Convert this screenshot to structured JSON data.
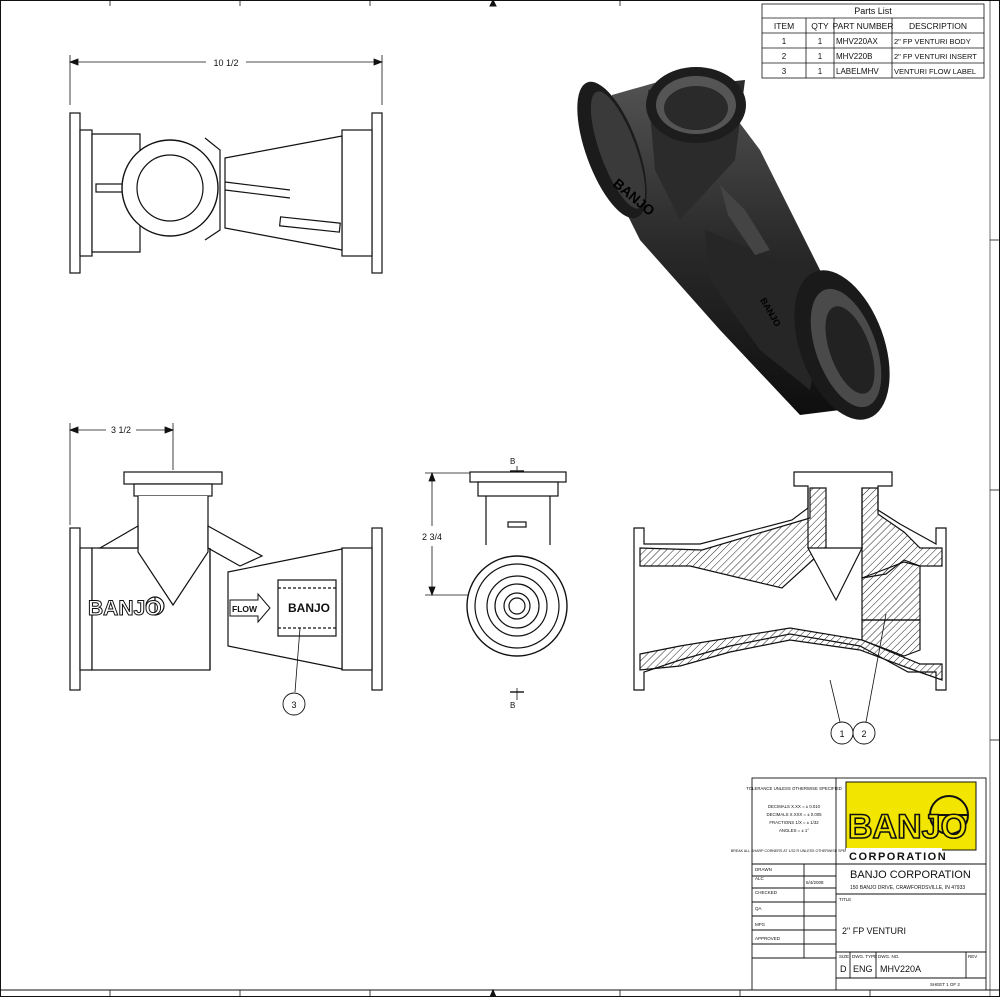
{
  "parts_list": {
    "title": "Parts List",
    "headers": [
      "ITEM",
      "QTY",
      "PART NUMBER",
      "DESCRIPTION"
    ],
    "rows": [
      [
        "1",
        "1",
        "MHV220AX",
        "2\" FP VENTURI BODY"
      ],
      [
        "2",
        "1",
        "MHV220B",
        "2\" FP VENTURI INSERT"
      ],
      [
        "3",
        "1",
        "LABELMHV",
        "VENTURI FLOW LABEL"
      ]
    ]
  },
  "dimensions": {
    "overall_length": "10 1/2",
    "branch_offset": "3 1/2",
    "height": "2 3/4",
    "section_mark": "B"
  },
  "labels": {
    "flow": "FLOW",
    "brand_text": "BANJO",
    "balloon_1": "1",
    "balloon_2": "2",
    "balloon_3": "3"
  },
  "title_block": {
    "tolerance_title": "TOLERANCE UNLESS OTHERWISE SPECIFIED",
    "tolerance_lines": [
      "DECIMALS X.XX = ± 0.010",
      "DECIMALS X.XXX = ± 0.005",
      "FRACTIONS 1/X = ± 1/32",
      "ANGLES = ± 1°"
    ],
    "tolerance_note": "BREAK ALL SHARP CORNERS AT 1/32 R UNLESS OTHERWISE SPECIFIED",
    "logo_text": "BANJO",
    "logo_sub": "CORPORATION",
    "company_name": "BANJO CORPORATION",
    "company_address": "150 BANJO DRIVE, CRAWFORDSVILLE, IN 47933",
    "drawn_label": "DRAWN",
    "drawn_by": "ALC",
    "drawn_date": "6/4/2008",
    "checked_label": "CHECKED",
    "qa_label": "QA",
    "mfg_label": "MFG",
    "approved_label": "APPROVED",
    "title_label": "TITLE",
    "part_title": "2\" FP VENTURI",
    "size_label": "SIZE",
    "size_value": "D",
    "dwg_type_label": "DWG. TYPE",
    "dwg_type": "ENG",
    "dwg_no_label": "DWG. NO.",
    "dwg_no": "MHV220A",
    "rev_label": "REV",
    "sheet_label": "SHEET 1 OF 2"
  },
  "colors": {
    "line": "#111111",
    "logo_yellow": "#f2e600",
    "render_dark": "#2a2a2a"
  }
}
